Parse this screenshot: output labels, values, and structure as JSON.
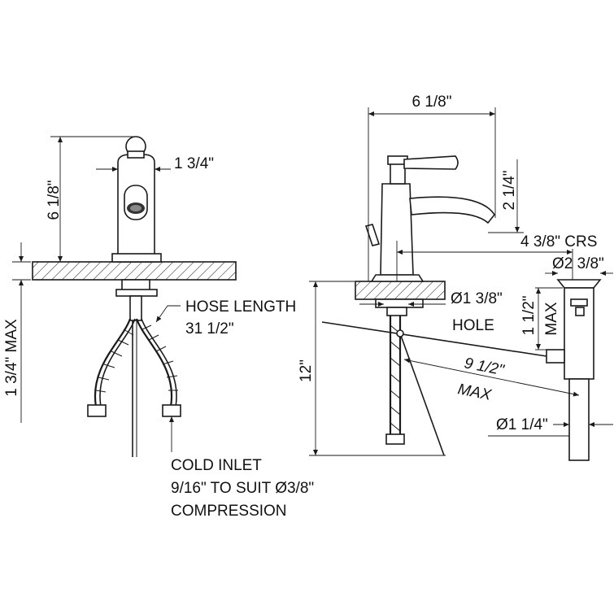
{
  "labels": {
    "front_height": "6 1/8\"",
    "front_width": "1 3/4\"",
    "deck_max": "1 3/4\" MAX",
    "hose_length_1": "HOSE LENGTH",
    "hose_length_2": "31 1/2\"",
    "cold_inlet_1": "COLD INLET",
    "cold_inlet_2": "9/16\" TO SUIT Ø3/8\"",
    "cold_inlet_3": "COMPRESSION",
    "side_width": "6 1/8\"",
    "spout_height": "2 1/4\"",
    "spout_reach": "4 3/8\"  CRS",
    "drain_diameter": "Ø2 3/8\"",
    "hole_diameter": "Ø1 3/8\"",
    "hole": "HOLE",
    "drain_max_1": "1 1/2\"",
    "drain_max_2": "MAX",
    "under_depth": "12\"",
    "rod_length": "9 1/2\"",
    "rod_max": "MAX",
    "tail_diameter": "Ø1 1/4\""
  }
}
